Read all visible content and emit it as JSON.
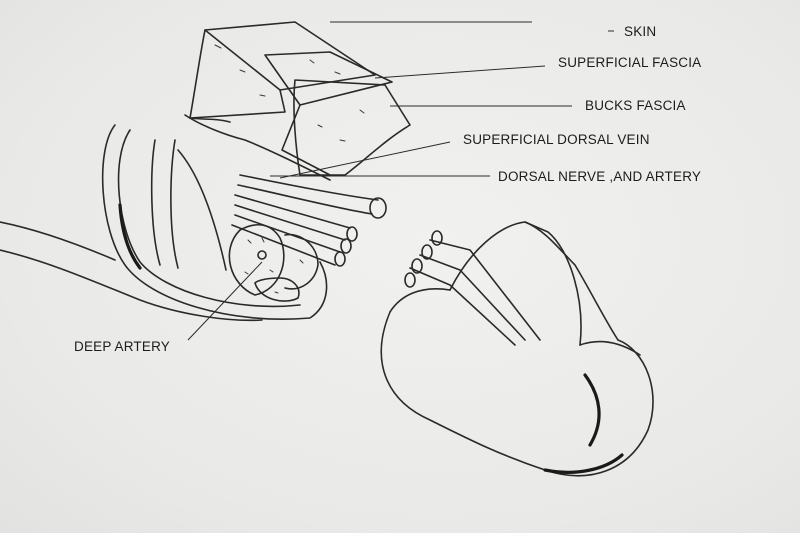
{
  "labels": {
    "skin": "SKIN",
    "superficial_fascia": "SUPERFICIAL FASCIA",
    "bucks_fascia": "BUCKS FASCIA",
    "superficial_dorsal_vein": "SUPERFICIAL DORSAL VEIN",
    "dorsal_nerve_artery": "DORSAL NERVE ,AND ARTERY",
    "deep_artery": "DEEP ARTERY"
  }
}
